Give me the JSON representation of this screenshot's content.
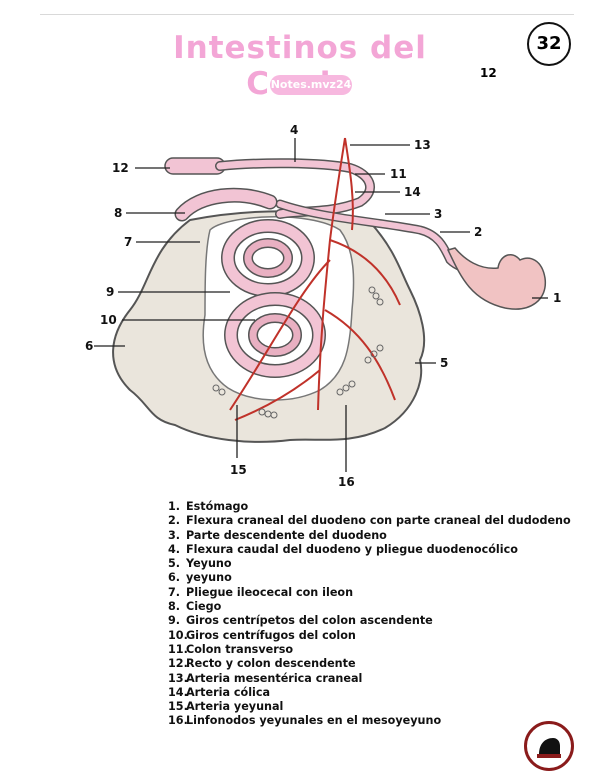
{
  "header": {
    "title": "Intestinos del Cerdo",
    "subtitle": "Notes.mvz24",
    "page_number": "32",
    "corner_note": "12"
  },
  "diagram": {
    "labels": [
      "1",
      "2",
      "3",
      "4",
      "5",
      "6",
      "7",
      "8",
      "9",
      "10",
      "11",
      "12",
      "13",
      "14",
      "15",
      "16"
    ],
    "colors": {
      "tissue": "#eae5dc",
      "intestine": "#f2c4d4",
      "stomach": "#f1c3c3",
      "artery": "#c0322a",
      "outline": "#555555"
    }
  },
  "legend": [
    {
      "num": "1.",
      "text": "Estómago"
    },
    {
      "num": "2.",
      "text": "Flexura craneal del duodeno con parte craneal del dudodeno"
    },
    {
      "num": "3.",
      "text": "Parte descendente del duodeno"
    },
    {
      "num": "4.",
      "text": "Flexura caudal del duodeno y pliegue duodenocólico"
    },
    {
      "num": "5.",
      "text": "Yeyuno"
    },
    {
      "num": "6.",
      "text": "yeyuno"
    },
    {
      "num": "7.",
      "text": "Pliegue ileocecal con ileon"
    },
    {
      "num": "8.",
      "text": "Ciego"
    },
    {
      "num": "9.",
      "text": "Giros centrípetos del colon ascendente"
    },
    {
      "num": "10.",
      "text": "Giros centrífugos del colon"
    },
    {
      "num": "11.",
      "text": "Colon transverso"
    },
    {
      "num": "12.",
      "text": "Recto y colon descendente"
    },
    {
      "num": "13.",
      "text": "Arteria mesentérica craneal"
    },
    {
      "num": "14.",
      "text": "Arteria cólica"
    },
    {
      "num": "15.",
      "text": "Arteria yeyunal"
    },
    {
      "num": "16.",
      "text": "Linfonodos yeyunales en el mesoyeyuno"
    }
  ]
}
